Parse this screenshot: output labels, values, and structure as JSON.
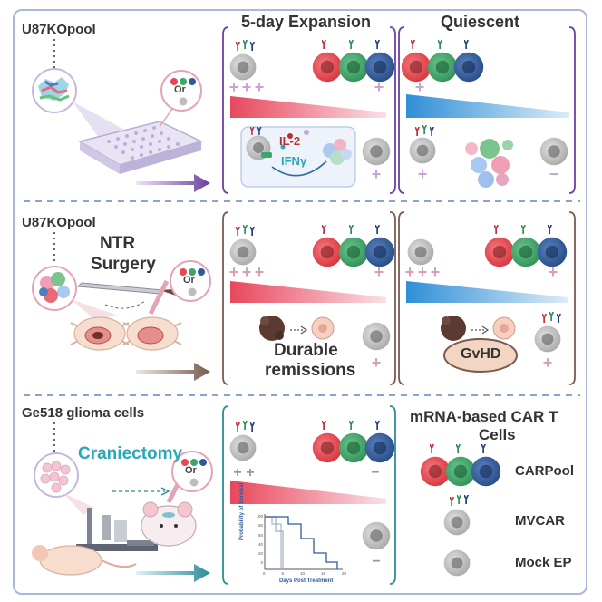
{
  "panel1": {
    "model_label": "U87KOpool",
    "expansion_title": "5-day Expansion",
    "quiescent_title": "Quiescent",
    "or_text": "Or",
    "il2": "IL-2",
    "ifng": "IFNγ"
  },
  "panel2": {
    "model_label": "U87KOpool",
    "surgery_label": "NTR\nSurgery",
    "surgery_line1": "NTR",
    "surgery_line2": "Surgery",
    "or_text": "Or",
    "durable_line1": "Durable",
    "durable_line2": "remissions",
    "gvhd": "GvHD"
  },
  "panel3": {
    "model_label": "Ge518 glioma cells",
    "procedure": "Craniectomy",
    "or_text": "Or",
    "legend_title_line1": "mRNA-based CAR T",
    "legend_title_line2": "Cells",
    "legend": [
      {
        "label": "CARPool"
      },
      {
        "label": "MVCAR"
      },
      {
        "label": "Mock EP"
      }
    ]
  },
  "survival_plot": {
    "ylabel": "Probability of Survival",
    "xlabel": "Days Post Treatment",
    "y_ticks": [
      "100",
      "80",
      "60",
      "40",
      "20",
      "0"
    ],
    "x_ticks": [
      "0",
      "5",
      "10",
      "15",
      "20"
    ]
  },
  "colors": {
    "frame": "#a9b7dc",
    "red_cell": "#e8474f",
    "green_cell": "#3fa66b",
    "blue_cell": "#2f5b9e",
    "gray_cell": "#c9c9c9",
    "plus_purple": "#c9a3d6",
    "pink_plus": "#d9a0b5",
    "expansion_ramp": "#e8475c",
    "quiescent_ramp": "#2f8fd6",
    "teal_text": "#2aa8b8",
    "il2_text": "#b8302f",
    "arrow_purple": "#6b3fa0",
    "arrow_brown": "#7a5a4e",
    "arrow_teal": "#2a8c9a"
  }
}
